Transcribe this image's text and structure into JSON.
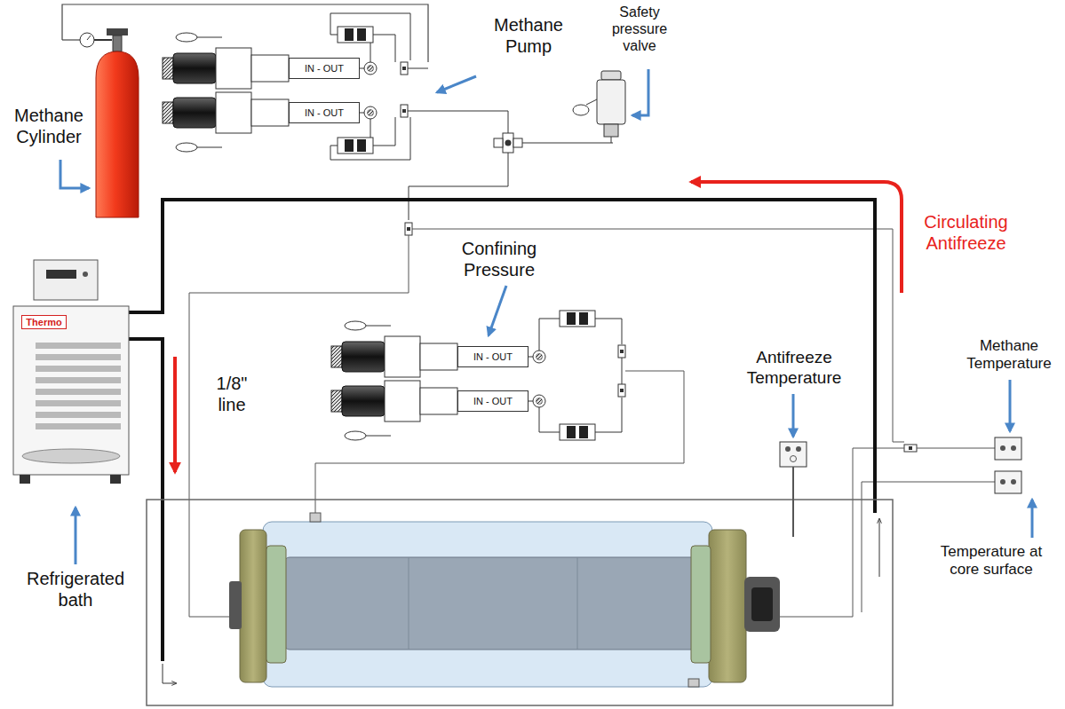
{
  "diagram": {
    "nodes": [
      {
        "text": [
          "IN - OUT"
        ]
      },
      {
        "text": [
          "IN - OUT"
        ]
      },
      {
        "text": [
          "IN - OUT"
        ]
      },
      {
        "text": [
          "IN - OUT"
        ]
      },
      {
        "text": [
          "Thermo"
        ]
      }
    ],
    "labels": [
      "Methane Pump",
      "Safety pressure valve",
      "Methane Cylinder",
      "Circulating Antifreeze",
      "Confining Pressure",
      "1/8\" line",
      "Antifreeze Temperature",
      "Methane Temperature",
      "Temperature at core surface",
      "Refrigerated bath"
    ]
  }
}
